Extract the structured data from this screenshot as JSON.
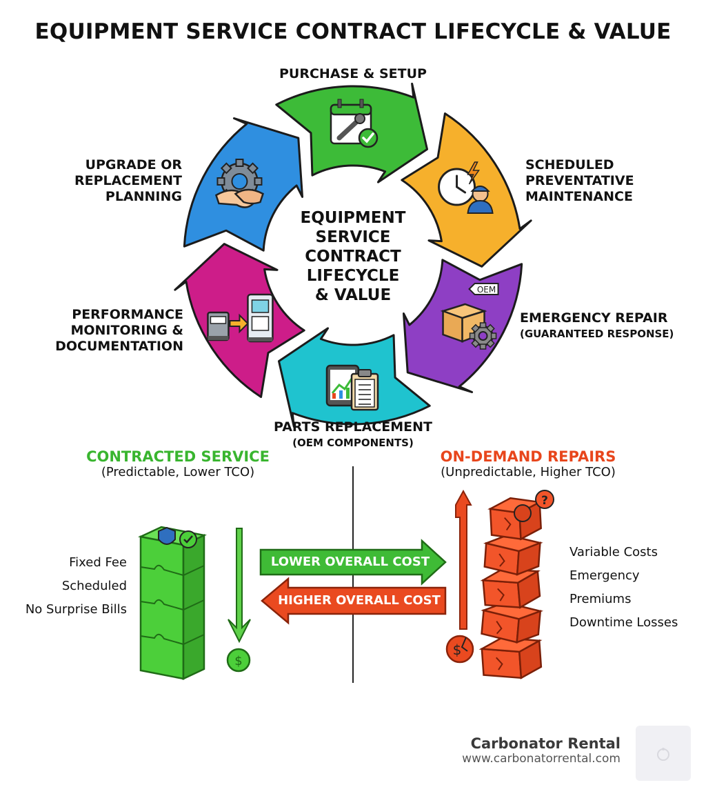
{
  "title": "EQUIPMENT SERVICE CONTRACT LIFECYCLE & VALUE",
  "cycle": {
    "center_lines": [
      "EQUIPMENT",
      "SERVICE",
      "CONTRACT",
      "LIFECYCLE",
      "& VALUE"
    ],
    "stages": [
      {
        "lines": [
          "PURCHASE & SETUP"
        ],
        "sub": "",
        "color": "#2f8fe0",
        "icon": "handshake-gear-icon"
      },
      {
        "lines": [
          "SCHEDULED",
          "PREVENTATIVE",
          "MAINTENANCE"
        ],
        "sub": "",
        "color": "#3dbb38",
        "icon": "calendar-wrench-icon"
      },
      {
        "lines": [
          "EMERGENCY REPAIR"
        ],
        "sub": "(GUARANTEED RESPONSE)",
        "color": "#f6b02c",
        "icon": "clock-technician-icon"
      },
      {
        "lines": [
          "PARTS REPLACEMENT"
        ],
        "sub": "(OEM COMPONENTS)",
        "color": "#8e3fc4",
        "icon": "oem-parts-box-icon"
      },
      {
        "lines": [
          "PERFORMANCE",
          "MONITORING &",
          "DOCUMENTATION"
        ],
        "sub": "",
        "color": "#1fc3cf",
        "icon": "tablet-clipboard-icon"
      },
      {
        "lines": [
          "UPGRADE OR",
          "REPLACEMENT",
          "PLANNING"
        ],
        "sub": "",
        "color": "#cd1d89",
        "icon": "machine-upgrade-icon"
      }
    ],
    "oem_tag": "OEM"
  },
  "comparison": {
    "left": {
      "heading": "CONTRACTED SERVICE",
      "sub": "(Predictable, Lower TCO)",
      "color": "#39b52f",
      "features": [
        "Fixed Fee",
        "Scheduled",
        "No Surprise Bills"
      ]
    },
    "right": {
      "heading": "ON-DEMAND REPAIRS",
      "sub": "(Unpredictable, Higher TCO)",
      "color": "#e8461c",
      "features": [
        "Variable Costs",
        "Emergency Premiums",
        "Downtime Losses"
      ]
    },
    "arrows": {
      "lower": "LOWER OVERALL COST",
      "higher": "HIGHER OVERALL COST"
    }
  },
  "footer": {
    "brand": "Carbonator Rental",
    "url": "www.carbonatorrental.com"
  }
}
